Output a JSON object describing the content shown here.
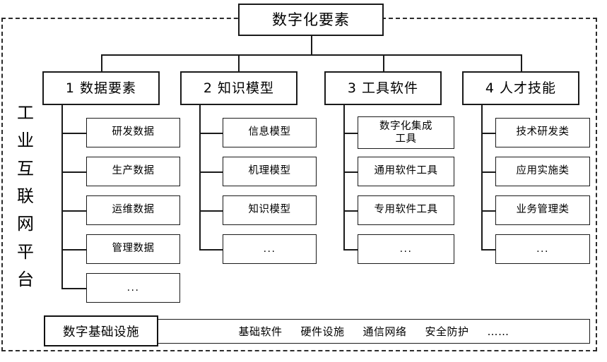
{
  "diagram": {
    "root": {
      "label": "数字化要素"
    },
    "platform_label": {
      "chars": [
        "工",
        "业",
        "互",
        "联",
        "网",
        "平",
        "台"
      ],
      "text": "工业互联网平台"
    },
    "categories": [
      {
        "id": "data-elements",
        "label": "1 数据要素",
        "children": [
          {
            "label": "研发数据"
          },
          {
            "label": "生产数据"
          },
          {
            "label": "运维数据"
          },
          {
            "label": "管理数据"
          },
          {
            "label": "..."
          }
        ]
      },
      {
        "id": "knowledge-models",
        "label": "2 知识模型",
        "children": [
          {
            "label": "信息模型"
          },
          {
            "label": "机理模型"
          },
          {
            "label": "知识模型"
          },
          {
            "label": "..."
          }
        ]
      },
      {
        "id": "tool-software",
        "label": "3 工具软件",
        "children": [
          {
            "label": "数字化集成\n工具"
          },
          {
            "label": "通用软件工具"
          },
          {
            "label": "专用软件工具"
          },
          {
            "label": "..."
          }
        ]
      },
      {
        "id": "talent-skills",
        "label": "4 人才技能",
        "children": [
          {
            "label": "技术研发类"
          },
          {
            "label": "应用实施类"
          },
          {
            "label": "业务管理类"
          },
          {
            "label": "..."
          }
        ]
      }
    ],
    "infrastructure": {
      "label": "数字基础设施",
      "items": [
        "基础软件",
        "硬件设施",
        "通信网络",
        "安全防护",
        "……"
      ]
    }
  },
  "colors": {
    "stroke": "#1a1a1a",
    "dashed_border": "#2b2b2b",
    "background": "#ffffff",
    "text": "#000000"
  }
}
